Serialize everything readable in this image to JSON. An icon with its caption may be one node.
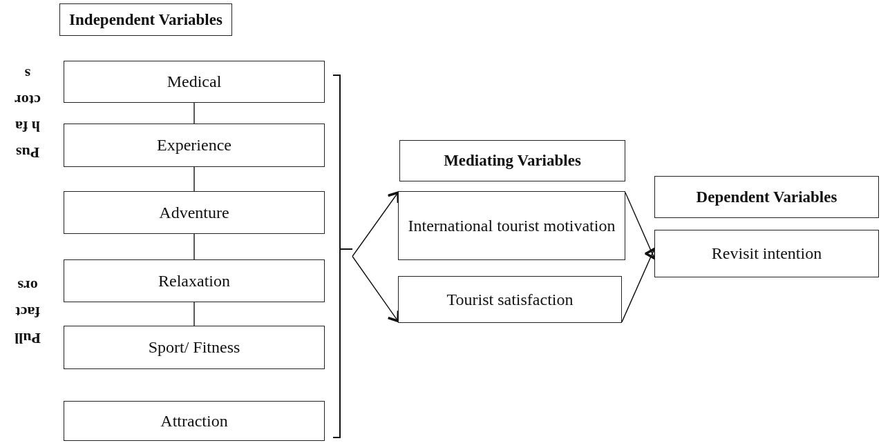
{
  "diagram": {
    "nodes": [
      {
        "text": [
          "Independent Variables"
        ]
      },
      {
        "text": [
          "Medical"
        ]
      },
      {
        "text": [
          "Experience"
        ]
      },
      {
        "text": [
          "Adventure"
        ]
      },
      {
        "text": [
          "Relaxation"
        ]
      },
      {
        "text": [
          "Sport/ Fitness"
        ]
      },
      {
        "text": [
          "Attraction"
        ]
      },
      {
        "text": [],
        "shape": "bracket"
      },
      {
        "text": [
          "Mediating Variables"
        ]
      },
      {
        "text": [
          "International tourist motivation"
        ]
      },
      {
        "text": [
          "Tourist satisfaction"
        ]
      },
      {
        "text": [
          "Dependent Variables"
        ]
      },
      {
        "text": [
          "Revisit intention"
        ]
      }
    ],
    "edges": [
      {
        "from": 1,
        "to": 2,
        "arrow": "none"
      },
      {
        "from": 2,
        "to": 3,
        "arrow": "none"
      },
      {
        "from": 3,
        "to": 4,
        "arrow": "none"
      },
      {
        "from": 4,
        "to": 5,
        "arrow": "none"
      },
      {
        "from": 7,
        "to": 9,
        "arrow": "to"
      },
      {
        "from": 7,
        "to": 10,
        "arrow": "to"
      },
      {
        "from": 9,
        "to": 12,
        "arrow": "to"
      },
      {
        "from": 10,
        "to": 12,
        "arrow": "to"
      }
    ],
    "labels": [
      "Push factors",
      "Pull factors"
    ]
  }
}
